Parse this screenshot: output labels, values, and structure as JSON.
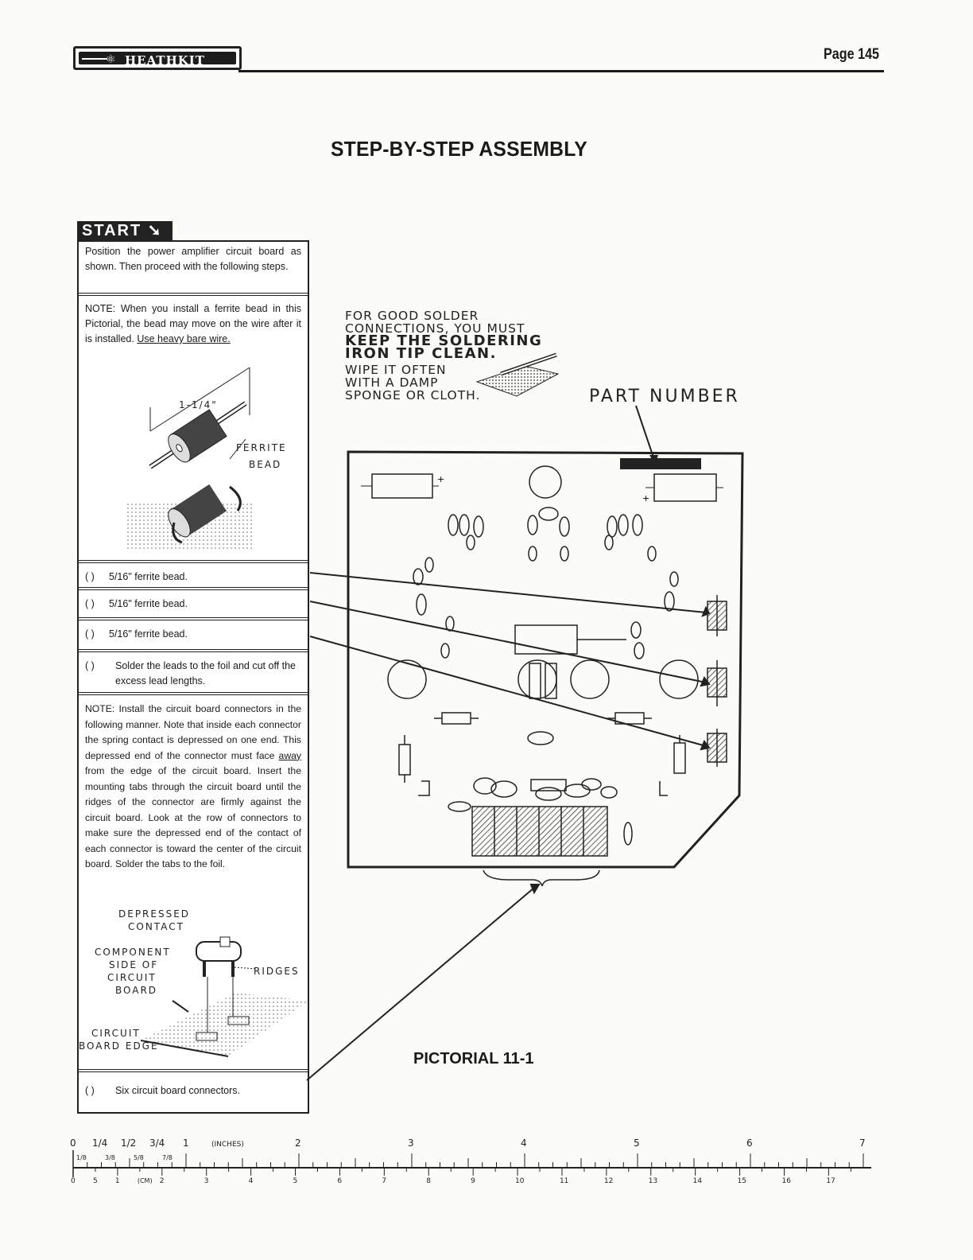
{
  "header": {
    "brand": "HEATHKIT",
    "page_number": "Page 145"
  },
  "title": "STEP-BY-STEP ASSEMBLY",
  "start_label": "START",
  "steps": {
    "intro": "Position the power amplifier circuit board as shown. Then proceed with the following steps.",
    "note1_a": "NOTE: When you install a ferrite bead in this Pictorial, the bead may move on the wire after it is installed. ",
    "note1_b": "Use heavy bare wire.",
    "ferrite_dimension": "1-1/4\"",
    "ferrite_label_1": "FERRITE",
    "ferrite_label_2": "BEAD",
    "check": "( )",
    "bead_1": "5/16\" ferrite bead.",
    "bead_2": "5/16\" ferrite bead.",
    "bead_3": "5/16\" ferrite bead.",
    "solder_step": "Solder the leads to the foil and cut off the excess lead lengths.",
    "note2_a": "NOTE: Install the circuit board connectors in the following manner. Note that inside each connector the spring contact is depressed on one end. This depressed end of the connector must face ",
    "note2_u": "away",
    "note2_b": " from the edge of the circuit board. Insert the mounting tabs through the circuit board until the ridges of the connector are firmly against the circuit board. Look at the row of connectors to make sure the depressed end of the contact of each connector is toward the center of the circuit board. Solder the tabs to the foil.",
    "lbl_depressed_1": "DEPRESSED",
    "lbl_depressed_2": "CONTACT",
    "lbl_component_1": "COMPONENT",
    "lbl_component_2": "SIDE OF",
    "lbl_component_3": "CIRCUIT",
    "lbl_component_4": "BOARD",
    "lbl_ridges": "RIDGES",
    "lbl_edge_1": "CIRCUIT",
    "lbl_edge_2": "BOARD EDGE",
    "connectors_step": "Six circuit board connectors."
  },
  "solder_tip": {
    "line1": "FOR GOOD SOLDER",
    "line2": "CONNECTIONS, YOU MUST",
    "line3": "KEEP THE SOLDERING",
    "line4": "IRON TIP CLEAN.",
    "line5": "WIPE IT OFTEN",
    "line6": "WITH A DAMP",
    "line7": "SPONGE OR CLOTH."
  },
  "part_number_label": "PART NUMBER",
  "pictorial_caption": "PICTORIAL 11-1",
  "ruler": {
    "inch_labels": [
      "0",
      "1/4",
      "1/2",
      "3/4",
      "1",
      "(INCHES)",
      "2",
      "3",
      "4",
      "5",
      "6",
      "7"
    ],
    "fraction_labels": [
      "1/8",
      "3/8",
      "5/8",
      "7/8"
    ],
    "cm_labels": [
      "0",
      "5",
      "1",
      "(CM)",
      "2",
      "3",
      "4",
      "5",
      "6",
      "7",
      "8",
      "9",
      "10",
      "11",
      "12",
      "13",
      "14",
      "15",
      "16",
      "17"
    ]
  }
}
